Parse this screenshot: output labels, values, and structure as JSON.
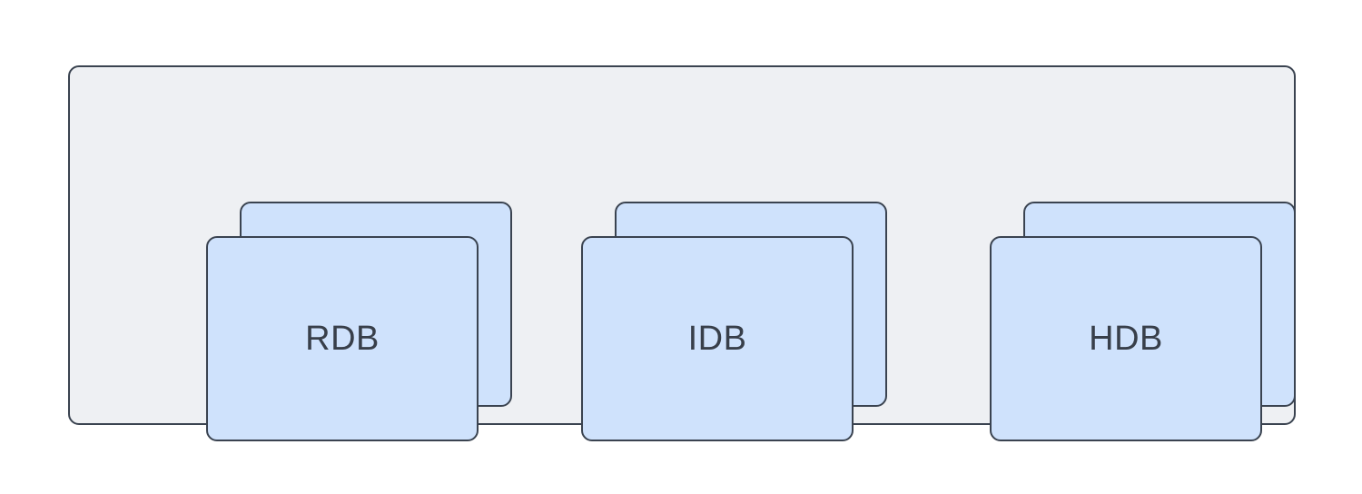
{
  "diagram": {
    "type": "grouped-stacked-nodes",
    "container_label": "",
    "stacks": [
      {
        "id": "rdb",
        "label": "RDB",
        "copies": 2
      },
      {
        "id": "idb",
        "label": "IDB",
        "copies": 2
      },
      {
        "id": "hdb",
        "label": "HDB",
        "copies": 2
      }
    ]
  },
  "colors": {
    "stroke": "#3a4350",
    "card_fill": "#cfe2fc",
    "container_fill": "#eef0f3",
    "canvas_background": "#ffffff",
    "label_text": "#383f4a"
  }
}
